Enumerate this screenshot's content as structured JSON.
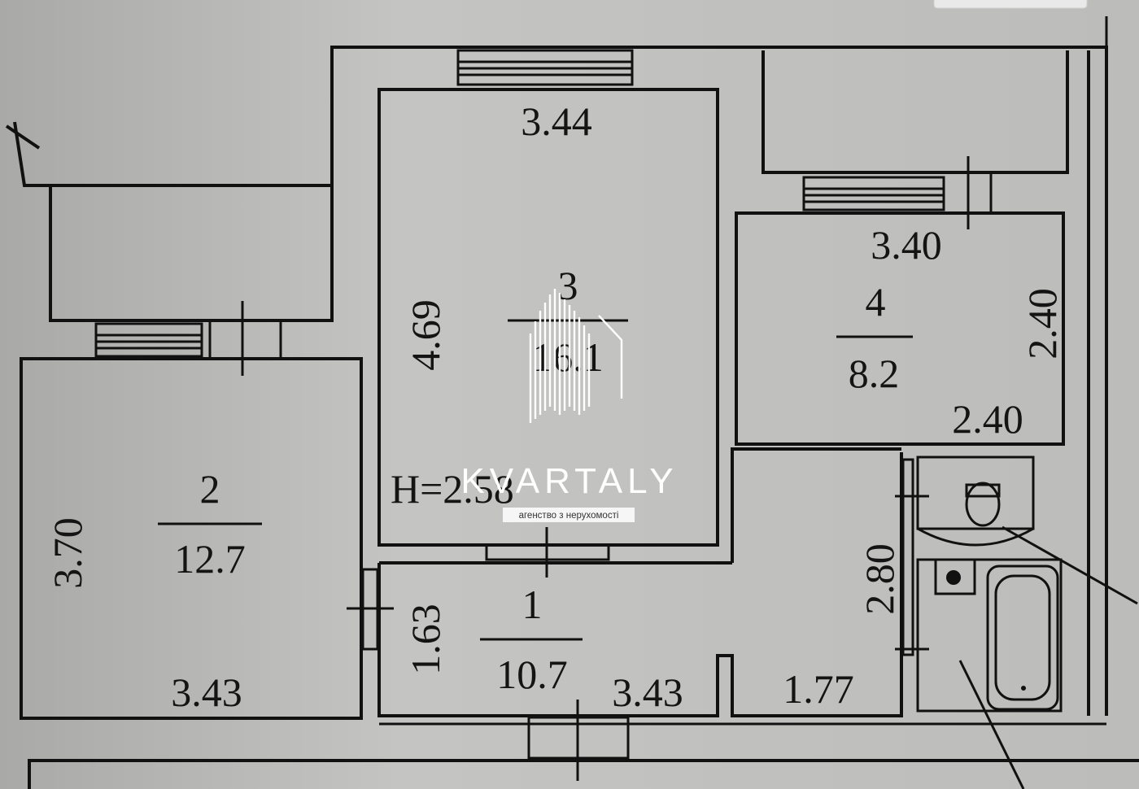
{
  "plan": {
    "rooms": [
      {
        "number": "1",
        "area": "10.7"
      },
      {
        "number": "2",
        "area": "12.7"
      },
      {
        "number": "3",
        "area": "16.1"
      },
      {
        "number": "4",
        "area": "8.2"
      }
    ],
    "dimensions": {
      "room3_width": "3.44",
      "room3_length": "4.69",
      "room4_width": "3.40",
      "room4_length": "2.40",
      "room4_bottom": "2.40",
      "room2_length": "3.70",
      "room2_width": "3.43",
      "hall_depth": "1.63",
      "hall_width": "3.43",
      "corridor_width": "1.77",
      "bath_length": "2.80"
    },
    "ceiling_height": "H=2.58"
  },
  "logo": {
    "name": "KVARTALY",
    "tagline": "агенство з нерухомості"
  },
  "colors": {
    "paper": "#bfbfbd",
    "ink": "#111111",
    "logo": "#ffffff"
  }
}
